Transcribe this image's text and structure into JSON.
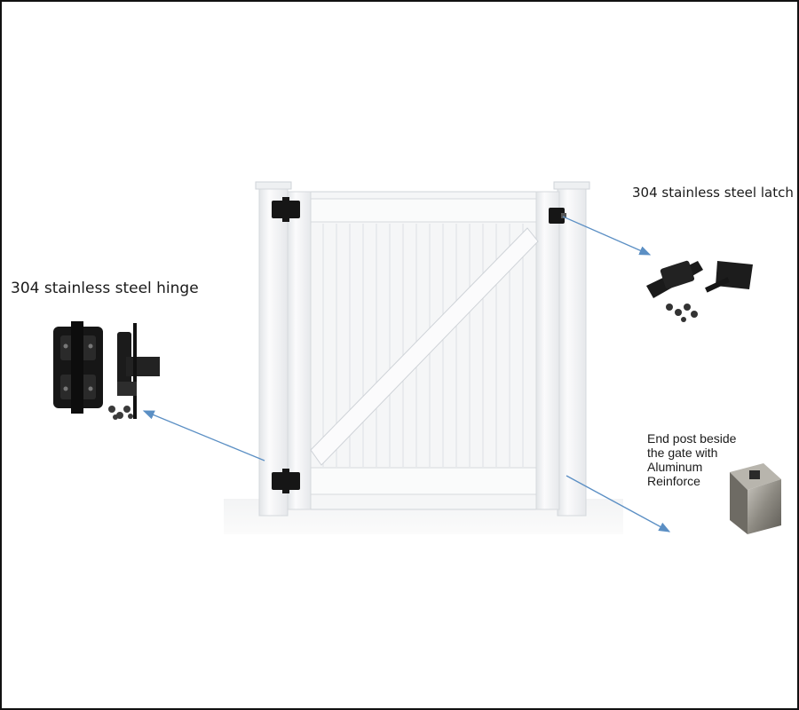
{
  "labels": {
    "hinge": "304 stainless steel hinge",
    "latch": "304 stainless steel latch",
    "end_post_lines": [
      "End post beside",
      "the gate with",
      "Aluminum",
      "Reinforce"
    ]
  },
  "colors": {
    "vinyl": "#f7f8f9",
    "vinyl_shade": "#dfe2e6",
    "hardware": "#161616",
    "arrow": "#5b8fc4",
    "aluminum": "#8a8780"
  },
  "icons": [
    "hinge-hardware-icon",
    "latch-hardware-icon",
    "aluminum-reinforcement-icon",
    "screws-icon"
  ]
}
